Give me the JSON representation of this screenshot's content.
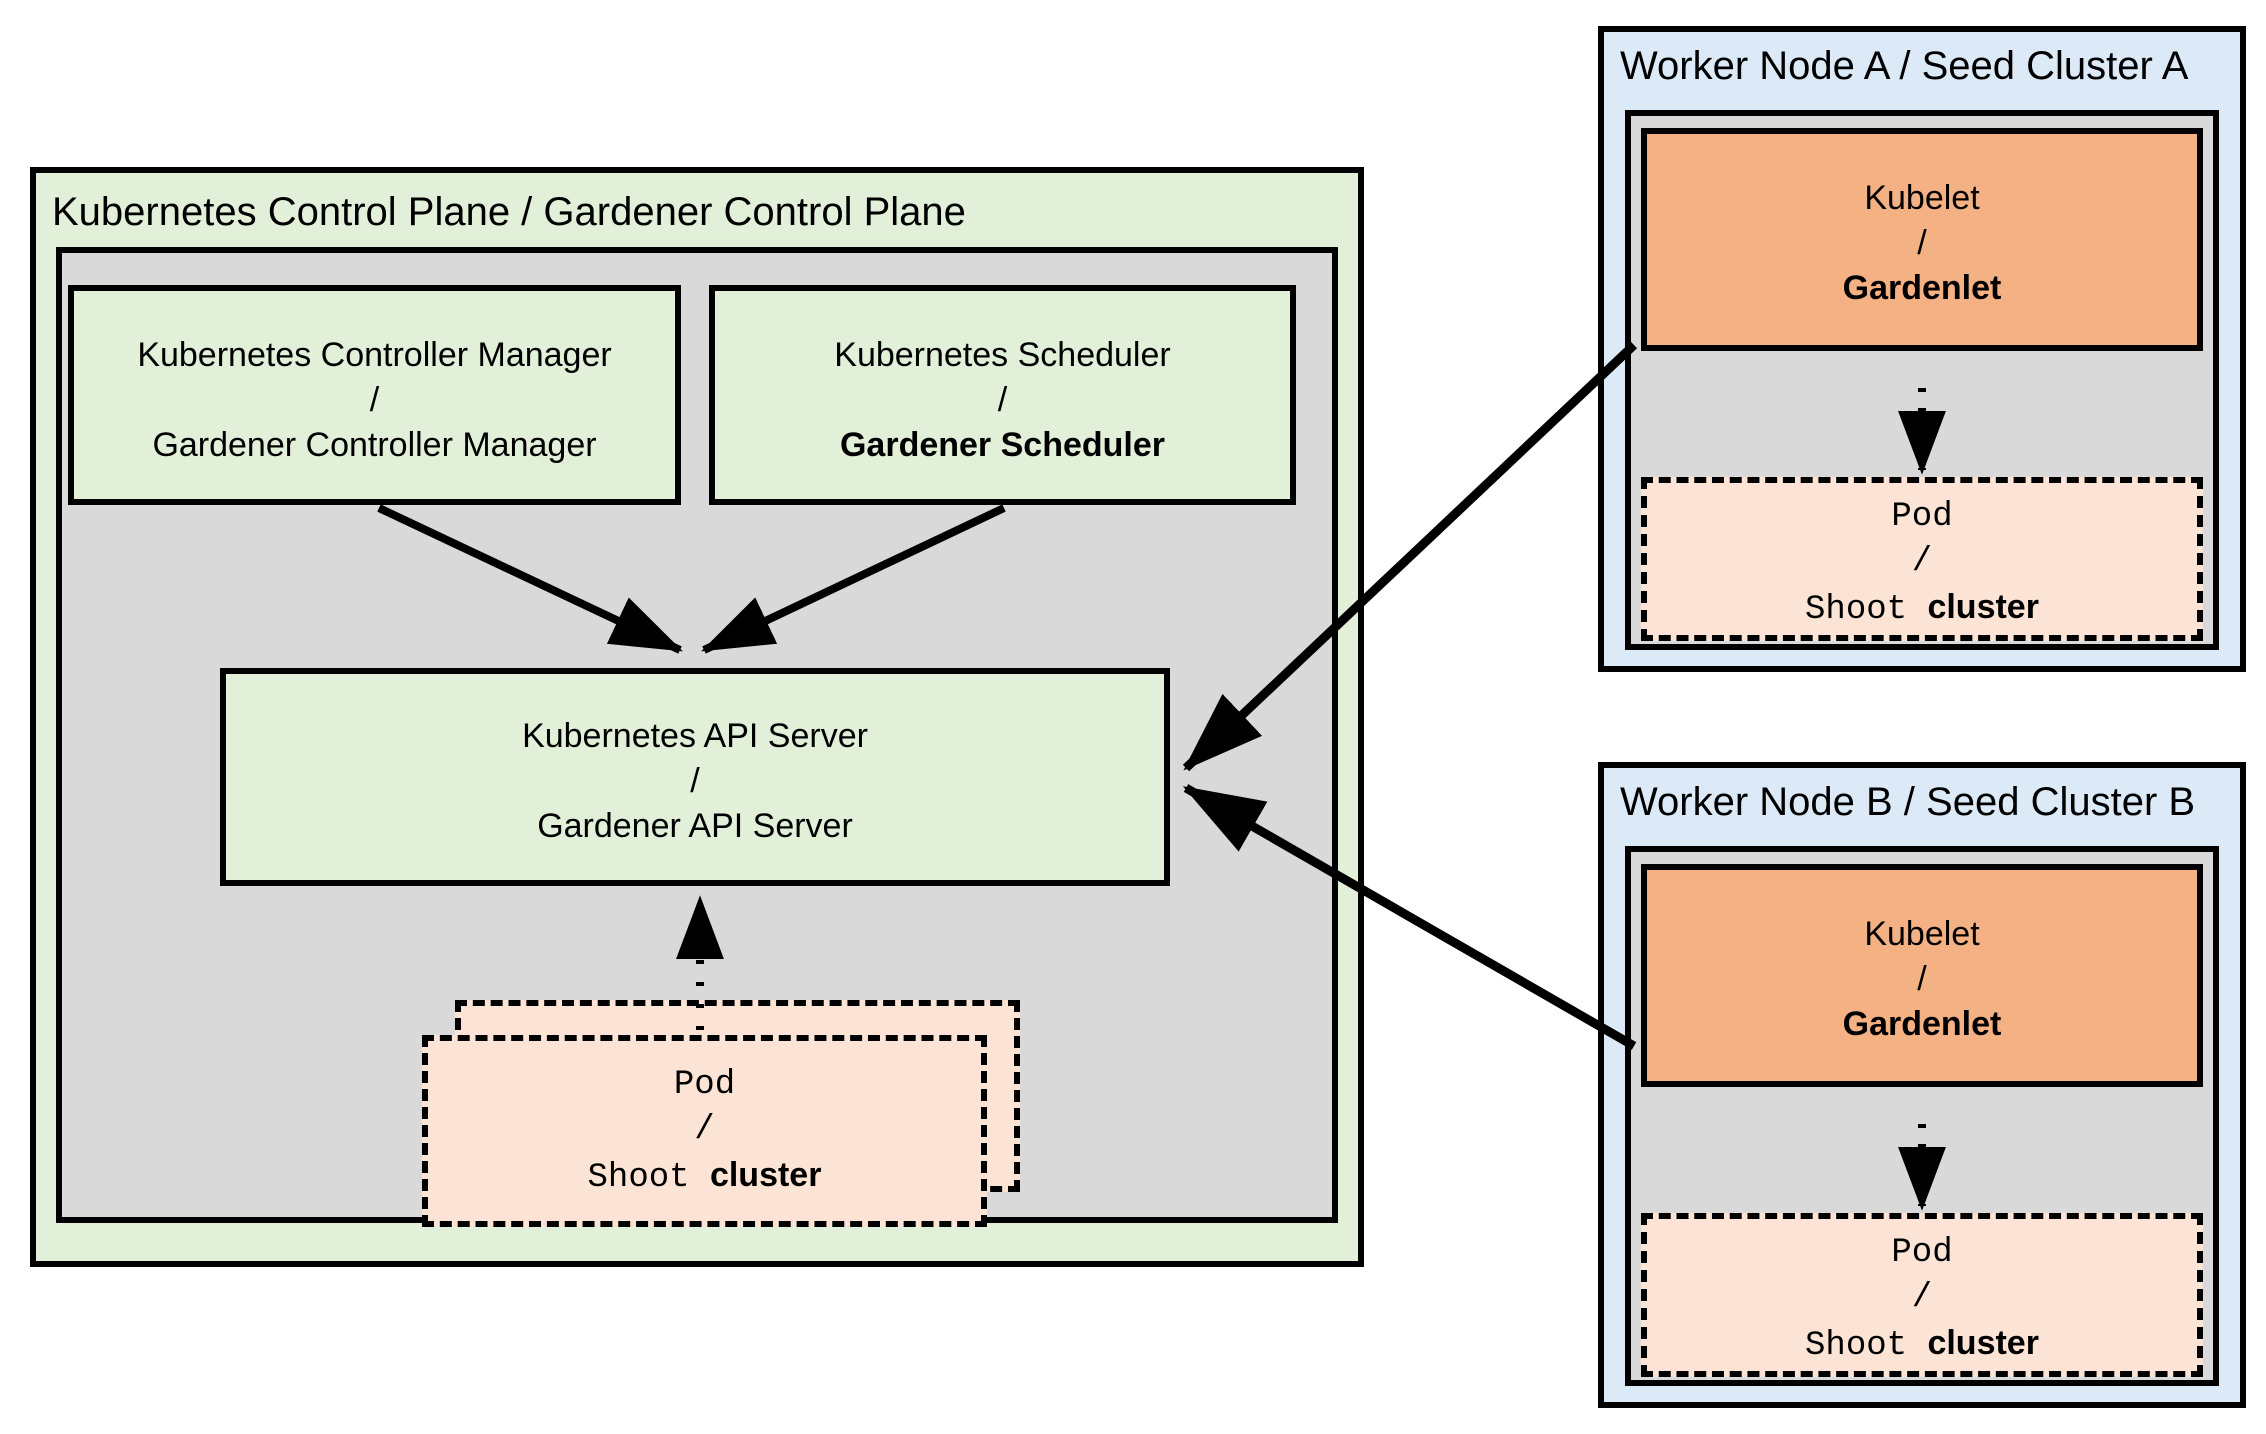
{
  "diagram": {
    "title_control_plane": "Kubernetes Control Plane / Gardener Control Plane",
    "control_plane": {
      "controller_manager": {
        "line1": "Kubernetes Controller Manager",
        "separator": "/",
        "line2": "Gardener Controller Manager"
      },
      "scheduler": {
        "line1": "Kubernetes Scheduler",
        "separator": "/",
        "line2": "Gardener Scheduler"
      },
      "api_server": {
        "line1": "Kubernetes API Server",
        "separator": "/",
        "line2": "Gardener API Server"
      },
      "pod": {
        "line1": "Pod",
        "separator": "/",
        "line2_mono": "Shoot ",
        "line2_bold": "cluster"
      }
    },
    "worker_node_a": {
      "title": "Worker Node A / Seed Cluster A",
      "kubelet": {
        "line1": "Kubelet",
        "separator": "/",
        "line2": "Gardenlet"
      },
      "pod": {
        "line1": "Pod",
        "separator": "/",
        "line2_mono": "Shoot ",
        "line2_bold": "cluster"
      }
    },
    "worker_node_b": {
      "title": "Worker Node B / Seed Cluster B",
      "kubelet": {
        "line1": "Kubelet",
        "separator": "/",
        "line2": "Gardenlet"
      },
      "pod": {
        "line1": "Pod",
        "separator": "/",
        "line2_mono": "Shoot ",
        "line2_bold": "cluster"
      }
    },
    "colors": {
      "green": "#e2efd9",
      "grey": "#d9d9d9",
      "blue": "#dce9f7",
      "orange": "#f4b183",
      "peach": "#fbe4d5",
      "stroke": "#000000"
    }
  }
}
